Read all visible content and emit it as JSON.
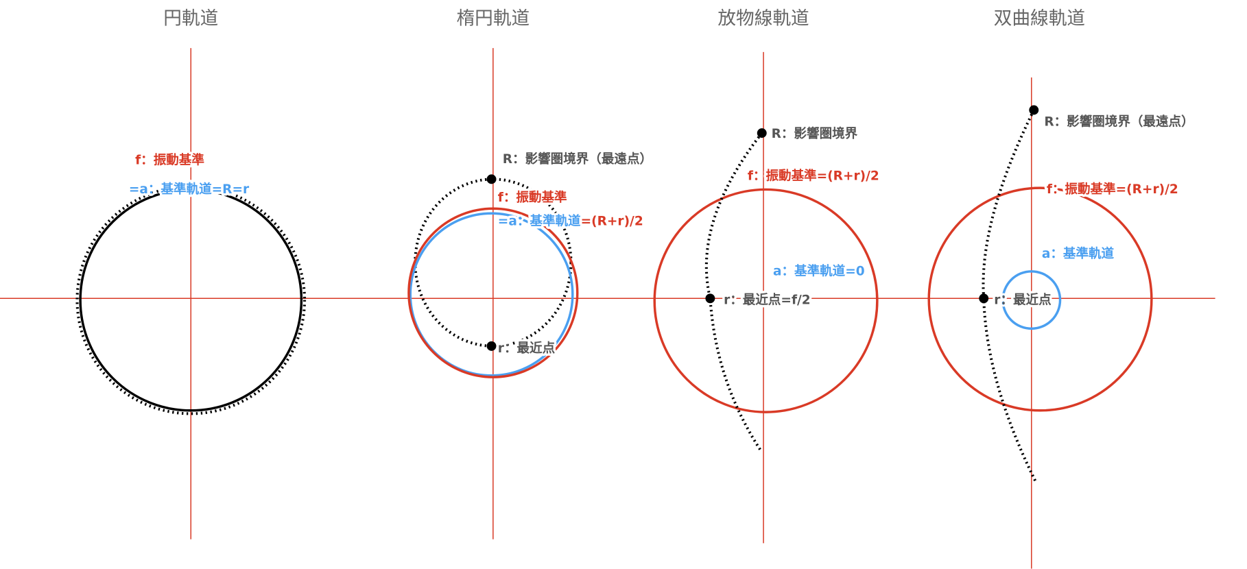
{
  "colors": {
    "red": "#d93a26",
    "blue": "#4a9ff0",
    "gray": "#555555",
    "black": "#000000"
  },
  "panels": [
    {
      "title": "円軌道",
      "labels": {
        "f": "f：振動基準",
        "a": "=a：基準軌道=R=r"
      }
    },
    {
      "title": "楕円軌道",
      "labels": {
        "R": "R：影響圏境界（最遠点）",
        "f": "f：振動基準",
        "a": "=a：基準軌道",
        "a_suffix": "=(R+r)/2",
        "r": "r：最近点"
      }
    },
    {
      "title": "放物線軌道",
      "labels": {
        "R": "R：影響圏境界",
        "f": "f：振動基準=(R+r)/2",
        "a": "a：基準軌道=0",
        "r": "r：最近点=f/2"
      }
    },
    {
      "title": "双曲線軌道",
      "labels": {
        "R": "R：影響圏境界（最遠点）",
        "f": "f：振動基準=(R+r)/2",
        "a": "a：基準軌道",
        "r": "r：最近点"
      }
    }
  ]
}
